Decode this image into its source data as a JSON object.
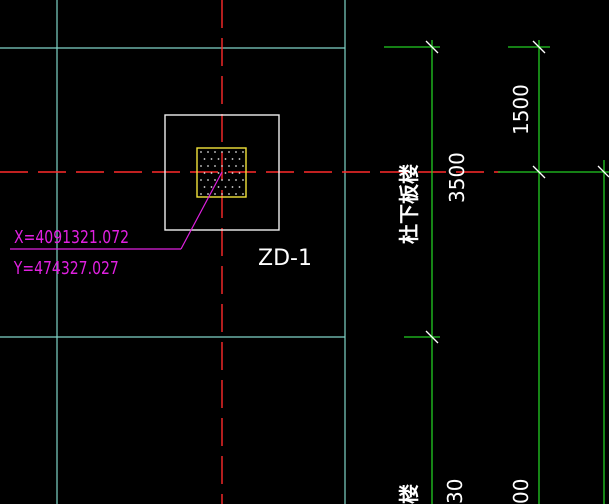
{
  "drawing": {
    "coordinate_callout": {
      "x_label": "X=4091321.072",
      "y_label": "Y=474327.027"
    },
    "column_tag": "ZD-1",
    "stair_label": "杜下板楼",
    "stair_label_bottom": "楼",
    "dimensions": {
      "upper_right": "1500",
      "main_span": "3500",
      "bottom_partial_left": "30",
      "bottom_partial_right": "00"
    }
  },
  "colors": {
    "background": "#000000",
    "axis_red": "#ff2a2a",
    "grid_cyan": "#7fd4c8",
    "dimension_green": "#22cc22",
    "callout_magenta": "#e020e0",
    "footing_white": "#f0f0f0",
    "column_yellow": "#f2e33b",
    "text_white": "#ffffff"
  }
}
